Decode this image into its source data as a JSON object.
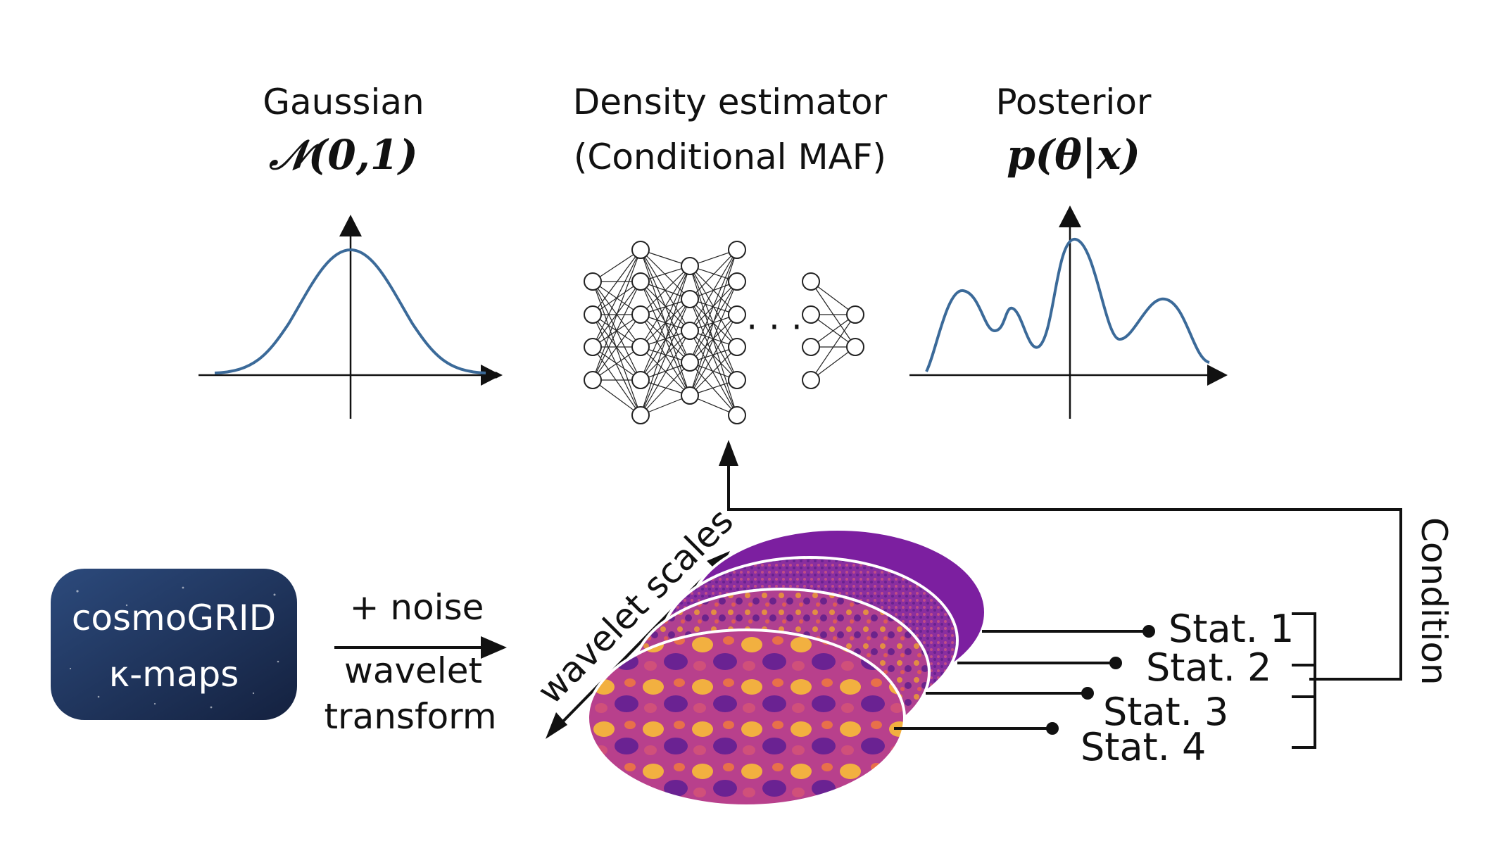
{
  "panels": {
    "gaussian": {
      "title": "Gaussian",
      "formula": "𝒩(0,1)"
    },
    "density": {
      "title": "Density estimator",
      "subtitle": "(Conditional MAF)",
      "ellipsis": "· · ·"
    },
    "posterior": {
      "title": "Posterior",
      "formula": "p(θ|x)"
    }
  },
  "source_box": {
    "line1": "cosmoGRID",
    "line2": "κ-maps",
    "color_top": "#2c4a7c",
    "color_bottom": "#14213f"
  },
  "transform_arrow": {
    "above": "+ noise",
    "below1": "wavelet",
    "below2": "transform"
  },
  "scales_label": "wavelet scales",
  "stats": [
    "Stat. 1",
    "Stat. 2",
    "Stat. 3",
    "Stat. 4"
  ],
  "condition_label": "Condition",
  "colors": {
    "curve": "#3b6a99",
    "map_purple": "#7c1fa0",
    "map_orange": "#f0a030"
  }
}
